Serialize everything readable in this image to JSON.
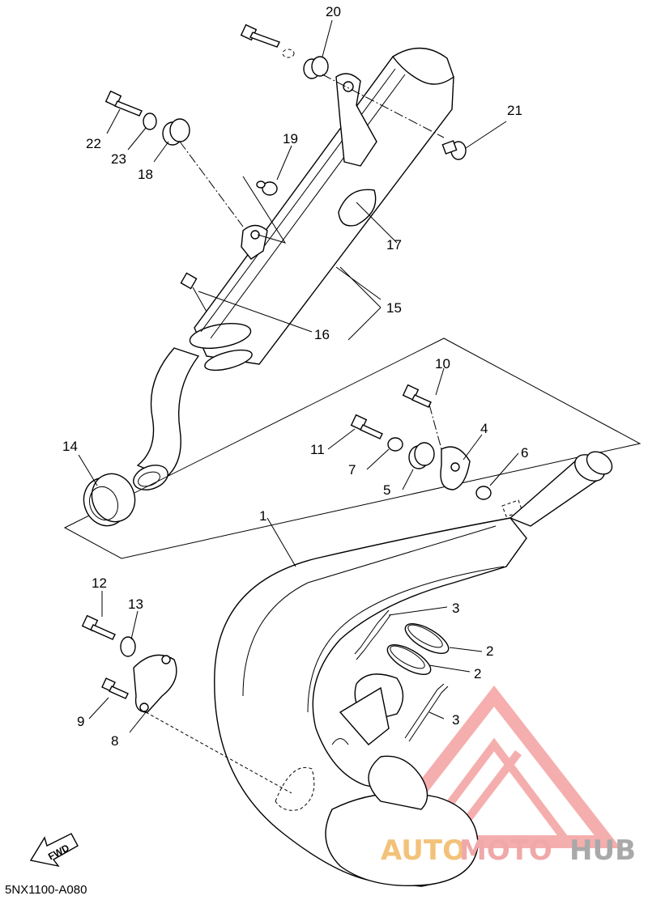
{
  "diagram_code": "5NX1100-A080",
  "fwd_label": "FWD",
  "callouts": {
    "c1": "1",
    "c2a": "2",
    "c2b": "2",
    "c3a": "3",
    "c3b": "3",
    "c4": "4",
    "c5": "5",
    "c6": "6",
    "c7": "7",
    "c8": "8",
    "c9": "9",
    "c10": "10",
    "c11": "11",
    "c12": "12",
    "c13": "13",
    "c14": "14",
    "c15": "15",
    "c16": "16",
    "c17": "17",
    "c18": "18",
    "c19": "19",
    "c20": "20",
    "c21": "21",
    "c22": "22",
    "c23": "23"
  },
  "watermark": {
    "part1": "AUTO",
    "part2": "MOTO",
    "part3": "HUB",
    "colors": {
      "triangle": "#f4a0a0",
      "auto": "#f3c27a",
      "moto": "#f0a8a8",
      "hub": "#a9a9a9"
    }
  }
}
